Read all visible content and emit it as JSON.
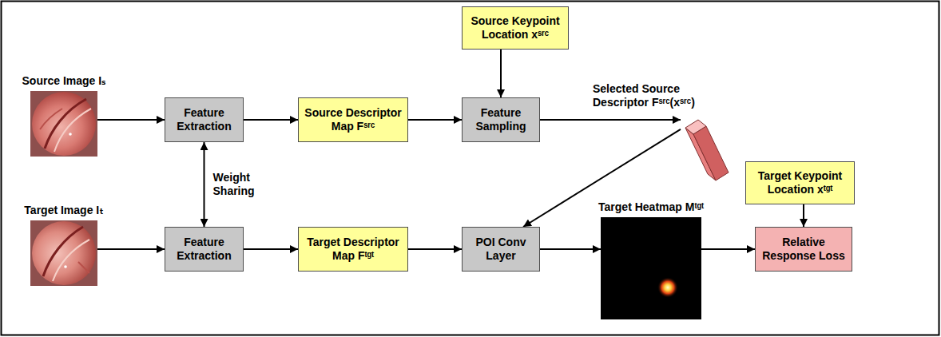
{
  "diagram": {
    "nodes": [
      {
        "text": [
          "Source Image Iₛ"
        ]
      },
      {
        "text": [
          "Feature Extraction"
        ]
      },
      {
        "text": [
          "Source Descriptor Map Fˢʳᶜ"
        ]
      },
      {
        "text": [
          "Source Keypoint Location xˢʳᶜ"
        ]
      },
      {
        "text": [
          "Feature Sampling"
        ]
      },
      {
        "text": [
          "Selected Source Descriptor Fˢʳᶜ(xˢʳᶜ)"
        ]
      },
      {
        "text": [
          "Target Image Iₜ"
        ]
      },
      {
        "text": [
          "Feature Extraction"
        ]
      },
      {
        "text": [
          "Target Descriptor Map Fᵗᵍᵗ"
        ]
      },
      {
        "text": [
          "POI Conv Layer"
        ]
      },
      {
        "text": [
          "Target Heatmap Mᵗᵍᵗ"
        ]
      },
      {
        "text": [
          "Target Keypoint Location xᵗᵍᵗ"
        ]
      },
      {
        "text": [
          "Relative Response Loss"
        ]
      }
    ],
    "edges": [
      {
        "from": 0,
        "to": 1,
        "arrow": "to"
      },
      {
        "from": 1,
        "to": 2,
        "arrow": "to"
      },
      {
        "from": 2,
        "to": 4,
        "arrow": "to"
      },
      {
        "from": 3,
        "to": 4,
        "arrow": "to"
      },
      {
        "from": 4,
        "to": 5,
        "arrow": "to"
      },
      {
        "from": 5,
        "to": 9,
        "arrow": "to"
      },
      {
        "from": 1,
        "to": 7,
        "label": "Weight Sharing",
        "arrow": "both"
      },
      {
        "from": 6,
        "to": 7,
        "arrow": "to"
      },
      {
        "from": 7,
        "to": 8,
        "arrow": "to"
      },
      {
        "from": 8,
        "to": 9,
        "arrow": "to"
      },
      {
        "from": 9,
        "to": 10,
        "arrow": "to"
      },
      {
        "from": 11,
        "to": 12,
        "arrow": "to"
      },
      {
        "from": 10,
        "to": 12,
        "arrow": "to"
      }
    ]
  }
}
